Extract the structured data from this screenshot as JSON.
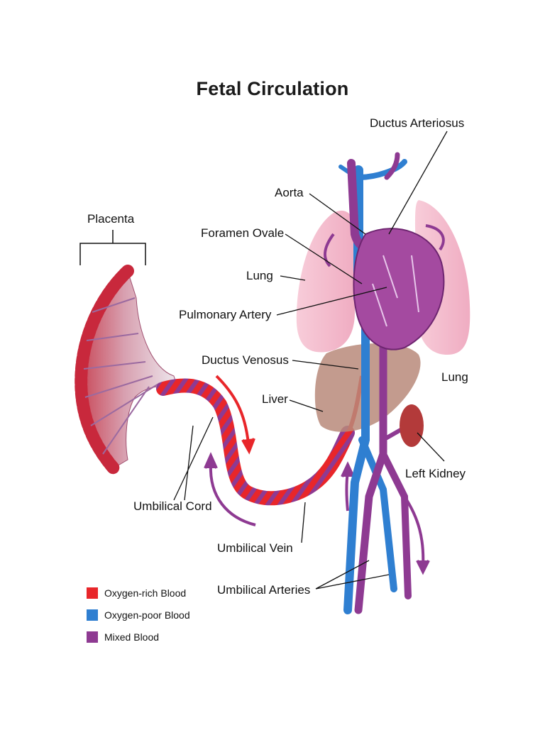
{
  "title": "Fetal Circulation",
  "labels": {
    "placenta": "Placenta",
    "ductus_arteriosus": "Ductus Arteriosus",
    "aorta": "Aorta",
    "foramen_ovale": "Foramen Ovale",
    "lung_left": "Lung",
    "pulmonary_artery": "Pulmonary Artery",
    "ductus_venosus": "Ductus Venosus",
    "liver": "Liver",
    "lung_right": "Lung",
    "left_kidney": "Left Kidney",
    "umbilical_cord": "Umbilical Cord",
    "umbilical_vein": "Umbilical Vein",
    "umbilical_arteries": "Umbilical Arteries"
  },
  "legend": [
    {
      "label": "Oxygen-rich Blood",
      "color": "#e8262a"
    },
    {
      "label": "Oxygen-poor Blood",
      "color": "#2f7fd1"
    },
    {
      "label": "Mixed Blood",
      "color": "#8e3a92"
    }
  ],
  "colors": {
    "oxygen_rich": "#e8262a",
    "oxygen_poor": "#2f7fd1",
    "mixed": "#8e3a92",
    "lung": "#f4b8cb",
    "liver": "#b98a7a",
    "heart": "#a44aa0",
    "kidney": "#b33a3a"
  }
}
